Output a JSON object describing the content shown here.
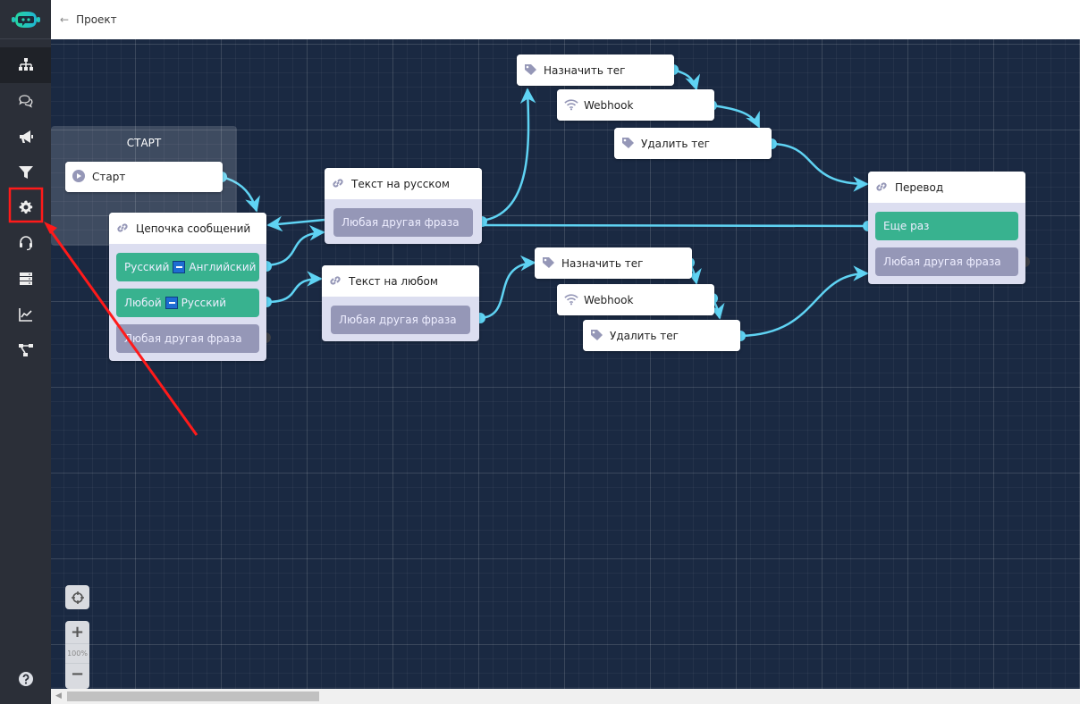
{
  "topbar": {
    "back_icon": "arrow-left-icon",
    "title": "Проект"
  },
  "sidebar": {
    "items": [
      {
        "icon": "sitemap-icon",
        "active": true
      },
      {
        "icon": "chat-bubbles-icon"
      },
      {
        "icon": "megaphone-icon"
      },
      {
        "icon": "funnel-icon"
      },
      {
        "icon": "gear-icon",
        "highlighted": true
      },
      {
        "icon": "headset-icon"
      },
      {
        "icon": "database-icon"
      },
      {
        "icon": "chart-line-icon"
      },
      {
        "icon": "hierarchy-icon"
      }
    ],
    "help_icon": "question-circle-icon"
  },
  "canvas": {
    "start_group": {
      "title": "СТАРТ",
      "node": {
        "label": "Старт",
        "icon": "play-circle-icon"
      }
    },
    "nodes": [
      {
        "id": "chain",
        "title": "Цепочка сообщений",
        "icon": "link-icon",
        "buttons": [
          {
            "from": "Русский",
            "to": "Английский",
            "type": "green"
          },
          {
            "from": "Любой",
            "to": "Русский",
            "type": "green"
          },
          {
            "label": "Любая другая фраза",
            "type": "grey"
          }
        ]
      },
      {
        "id": "text-ru",
        "title": "Текст на русском",
        "icon": "link-icon",
        "buttons": [
          {
            "label": "Любая другая фраза",
            "type": "grey"
          }
        ]
      },
      {
        "id": "text-any",
        "title": "Текст на любом",
        "icon": "link-icon",
        "buttons": [
          {
            "label": "Любая другая фраза",
            "type": "grey"
          }
        ]
      },
      {
        "id": "translate",
        "title": "Перевод",
        "icon": "link-icon",
        "buttons": [
          {
            "label": "Еще раз",
            "type": "green"
          },
          {
            "label": "Любая другая фраза",
            "type": "grey"
          }
        ]
      }
    ],
    "actions_top": [
      {
        "label": "Назначить тег",
        "icon": "tag-icon"
      },
      {
        "label": "Webhook",
        "icon": "wifi-icon"
      },
      {
        "label": "Удалить тег",
        "icon": "tag-icon"
      }
    ],
    "actions_bottom": [
      {
        "label": "Назначить тег",
        "icon": "tag-icon"
      },
      {
        "label": "Webhook",
        "icon": "wifi-icon"
      },
      {
        "label": "Удалить тег",
        "icon": "tag-icon"
      }
    ],
    "zoom": {
      "level": "100%",
      "plus": "+",
      "minus": "−",
      "center_icon": "crosshair-icon"
    },
    "colors": {
      "wire": "#5fd3f3",
      "green": "#38b28f",
      "grey": "#9597b7",
      "background": "#1a2942"
    }
  }
}
